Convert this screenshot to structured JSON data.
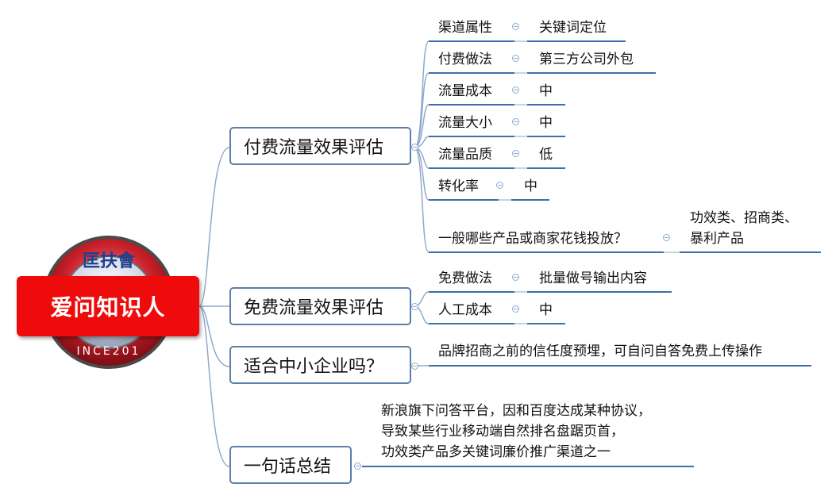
{
  "root": {
    "title": "爱问知识人",
    "logo_text_top": "匡扶會",
    "logo_text_bottom": "INCE201"
  },
  "branches": [
    {
      "label": "付费流量效果评估",
      "items": [
        {
          "label": "渠道属性",
          "value": "关键词定位"
        },
        {
          "label": "付费做法",
          "value": "第三方公司外包"
        },
        {
          "label": "流量成本",
          "value": "中"
        },
        {
          "label": "流量大小",
          "value": "中"
        },
        {
          "label": "流量品质",
          "value": "低"
        },
        {
          "label": "转化率",
          "value": "中"
        },
        {
          "label": "一般哪些产品或商家花钱投放？",
          "value_lines": [
            "功效类、招商类、",
            "暴利产品"
          ]
        }
      ]
    },
    {
      "label": "免费流量效果评估",
      "items": [
        {
          "label": "免费做法",
          "value": "批量做号输出内容"
        },
        {
          "label": "人工成本",
          "value": "中"
        }
      ]
    },
    {
      "label": "适合中小企业吗？",
      "note": "品牌招商之前的信任度预埋，可自问自答免费上传操作"
    },
    {
      "label": "一句话总结",
      "note_lines": [
        "新浪旗下问答平台，因和百度达成某种协议，",
        "导致某些行业移动端自然排名盘踞页首，",
        "功效类产品多关键词廉价推广渠道之一"
      ]
    }
  ],
  "colors": {
    "root_fill": "#ef0b0b",
    "branch_border": "#5b7fa9",
    "connector": "#8faacb",
    "underline": "#3f6ea8"
  }
}
